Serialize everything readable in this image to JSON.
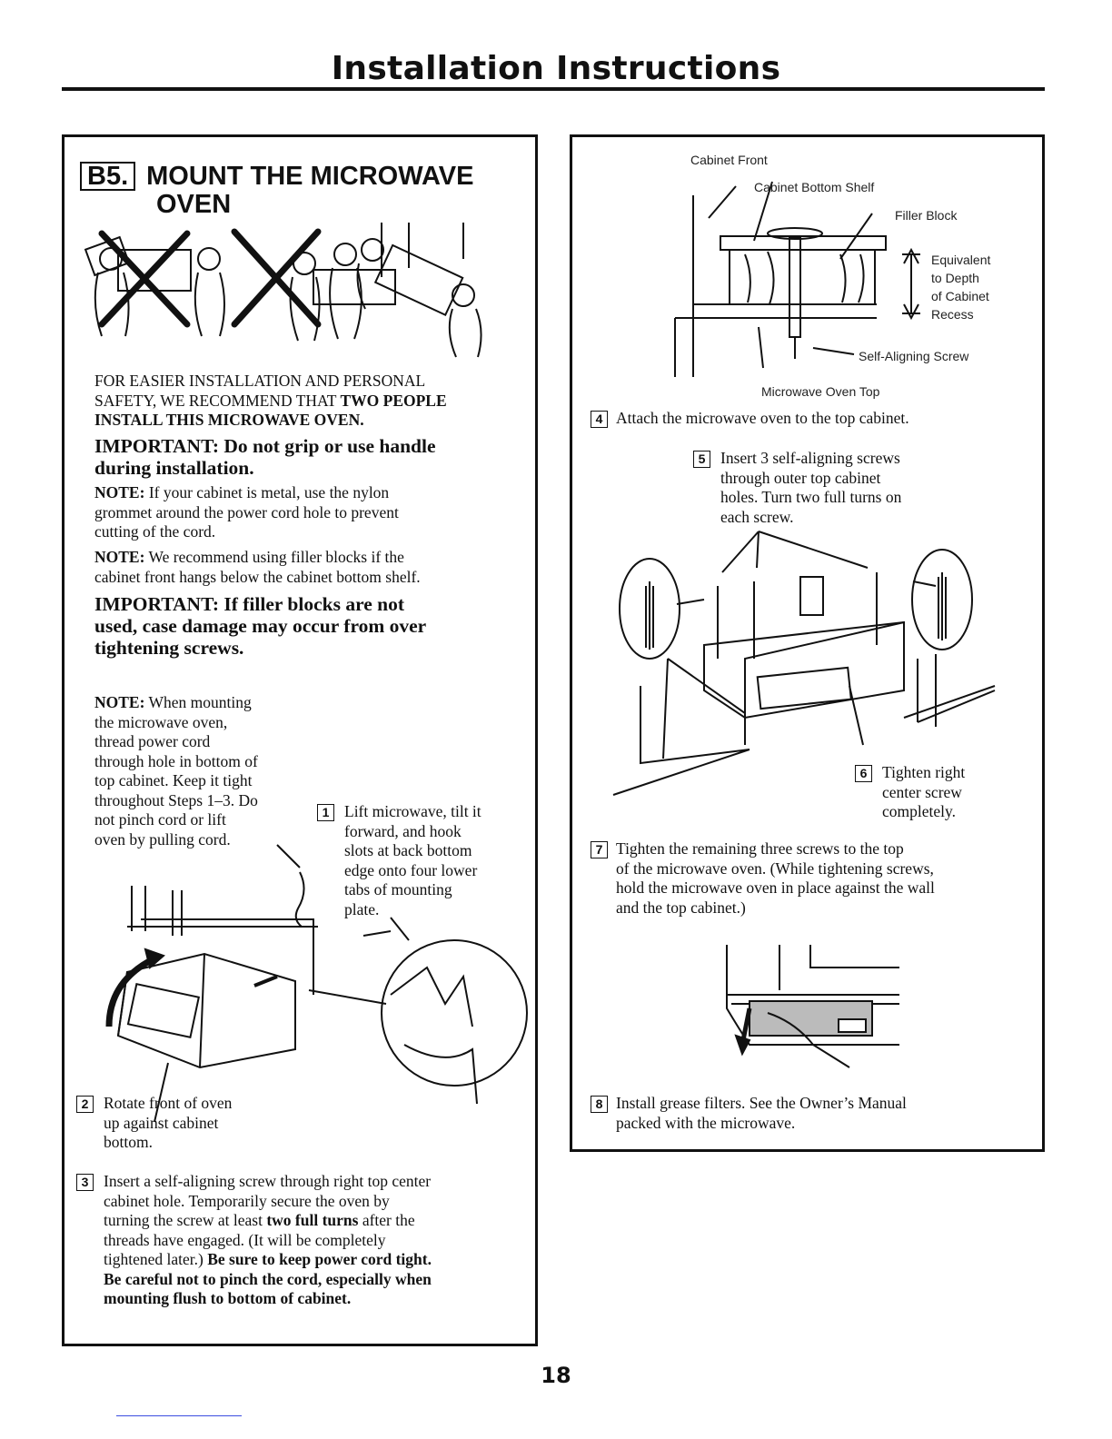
{
  "header": {
    "title": "Installation Instructions"
  },
  "left": {
    "step_code": "B5.",
    "heading_line1": "MOUNT THE MICROWAVE",
    "heading_line2": "OVEN",
    "intro_line1": "FOR EASIER INSTALLATION AND PERSONAL",
    "intro_line2": "SAFETY, WE RECOMMEND THAT ",
    "intro_bold2": "TWO PEOPLE",
    "intro_bold3": "INSTALL THIS MICROWAVE OVEN.",
    "important1_line1": "IMPORTANT: Do not grip or use handle",
    "important1_line2": "during installation.",
    "note_label": "NOTE:",
    "note1_line1": " If your cabinet is metal, use the nylon",
    "note1_line2": "grommet around the power cord hole to prevent",
    "note1_line3": "cutting of the cord.",
    "note2_line1": " We recommend using filler blocks if the",
    "note2_line2": "cabinet front hangs below the cabinet bottom shelf.",
    "important2_line1": "IMPORTANT: If filler blocks are not",
    "important2_line2": "used, case damage may occur from over",
    "important2_line3": "tightening screws.",
    "note3_line1": " When mounting",
    "note3_line2": "the microwave oven,",
    "note3_line3": "thread power cord",
    "note3_line4": "through hole in bottom of",
    "note3_line5": "top cabinet. Keep it tight",
    "note3_line6": "throughout Steps 1–3. Do",
    "note3_line7": "not pinch cord or lift",
    "note3_line8": "oven by pulling cord.",
    "step1_num": "1",
    "step1_l1": "Lift microwave, tilt it",
    "step1_l2": "forward, and hook",
    "step1_l3": "slots at back bottom",
    "step1_l4": "edge onto four lower",
    "step1_l5": "tabs of mounting",
    "step1_l6": "plate.",
    "step2_num": "2",
    "step2_l1": "Rotate front of oven",
    "step2_l2": "up against cabinet",
    "step2_l3": "bottom.",
    "step3_num": "3",
    "step3_l1": "Insert a self-aligning screw through right top center",
    "step3_l2": "cabinet hole. Temporarily secure the oven by",
    "step3_l3a": "turning the screw at least ",
    "step3_l3b": "two full turns",
    "step3_l3c": " after the",
    "step3_l4": "threads have engaged. (It will be completely",
    "step3_l5a": "tightened later.) ",
    "step3_l5b": "Be sure to keep power cord tight.",
    "step3_l6": "Be careful not to pinch the cord, especially when",
    "step3_l7": "mounting flush to bottom of cabinet."
  },
  "right": {
    "label_cabinet_front": "Cabinet Front",
    "label_cabinet_bottom_shelf": "Cabinet Bottom Shelf",
    "label_filler_block": "Filler Block",
    "label_equiv_1": "Equivalent",
    "label_equiv_2": "to Depth",
    "label_equiv_3": "of Cabinet",
    "label_equiv_4": "Recess",
    "label_self_aligning": "Self-Aligning Screw",
    "label_oven_top": "Microwave Oven Top",
    "step4_num": "4",
    "step4_text": "Attach the microwave oven to the top cabinet.",
    "step5_num": "5",
    "step5_l1": "Insert 3 self-aligning screws",
    "step5_l2": "through outer top cabinet",
    "step5_l3": "holes. Turn two full turns on",
    "step5_l4": "each screw.",
    "step6_num": "6",
    "step6_l1": "Tighten right",
    "step6_l2": "center screw",
    "step6_l3": "completely.",
    "step7_num": "7",
    "step7_l1": "Tighten the remaining three screws to the top",
    "step7_l2": "of the microwave oven. (While tightening screws,",
    "step7_l3": "hold the microwave oven in place against the wall",
    "step7_l4": "and the top cabinet.)",
    "step8_num": "8",
    "step8_l1": "Install grease filters. See the Owner’s Manual",
    "step8_l2": "packed with the microwave."
  },
  "footer": {
    "page_number": "18"
  }
}
